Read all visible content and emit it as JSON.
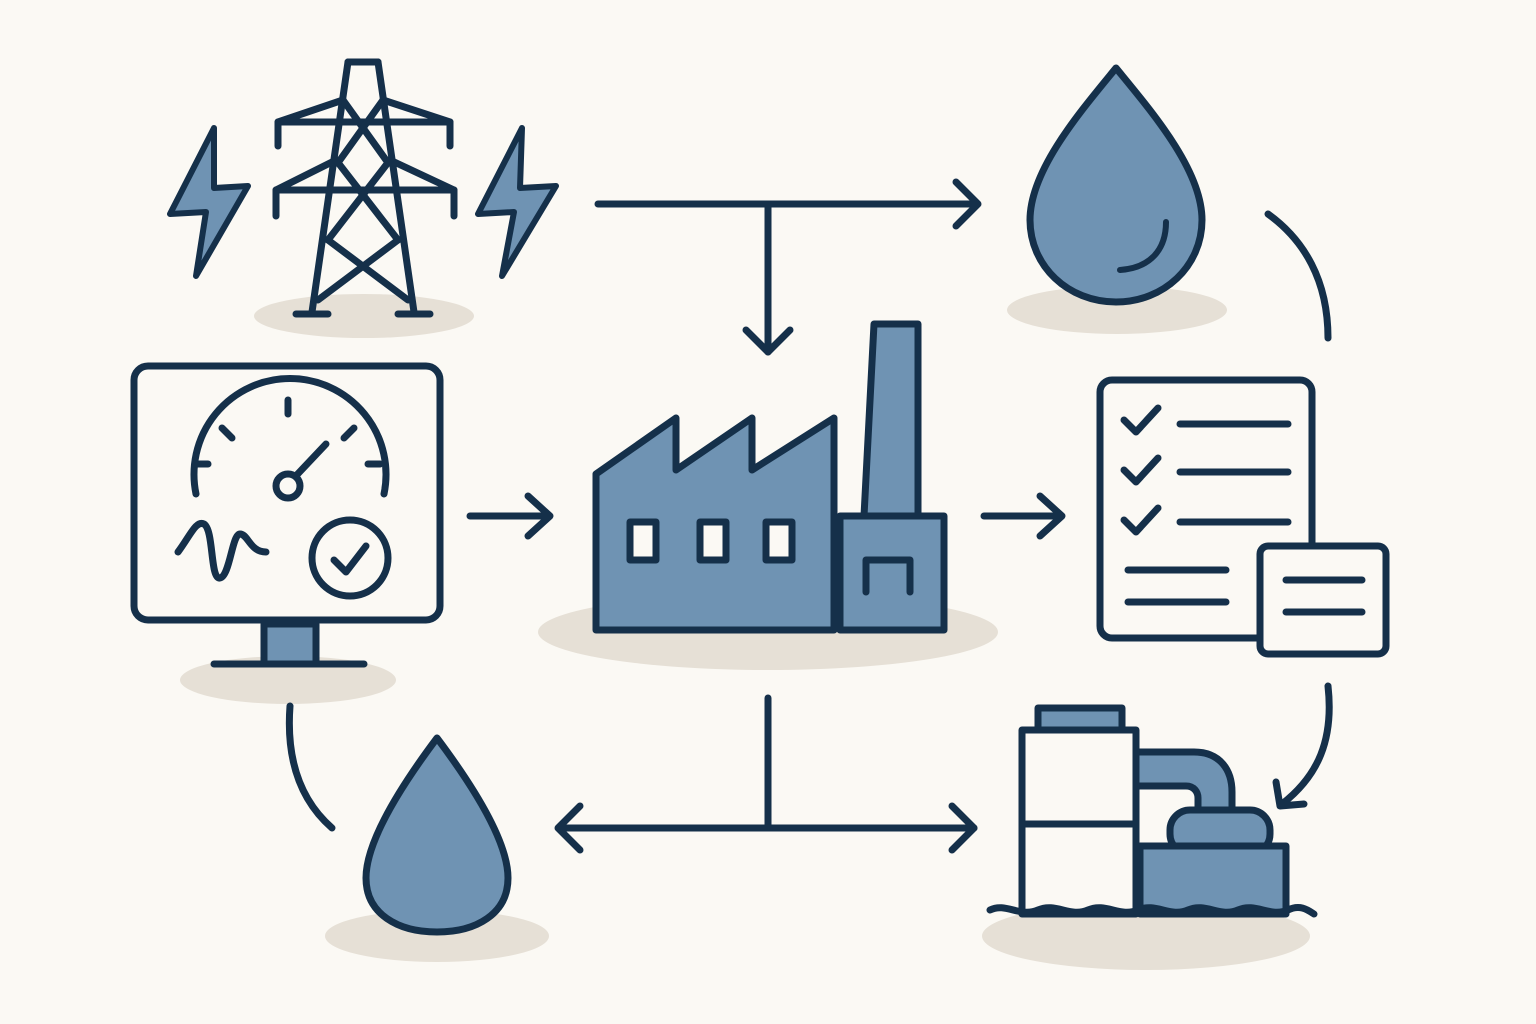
{
  "colors": {
    "background": "#fbf9f4",
    "stroke": "#15304a",
    "fill": "#6f93b3",
    "shadow": "#e6e0d6"
  },
  "nodes": [
    {
      "id": "power-pylon",
      "icon": "transmission-tower-icon"
    },
    {
      "id": "water-drop-top",
      "icon": "water-drop-icon"
    },
    {
      "id": "monitoring-screen",
      "icon": "gauge-monitor-icon"
    },
    {
      "id": "factory",
      "icon": "factory-icon"
    },
    {
      "id": "compliance-checklist",
      "icon": "checklist-icon"
    },
    {
      "id": "water-drop-bottom",
      "icon": "water-drop-icon"
    },
    {
      "id": "water-treatment-tank",
      "icon": "tank-pump-icon"
    }
  ]
}
